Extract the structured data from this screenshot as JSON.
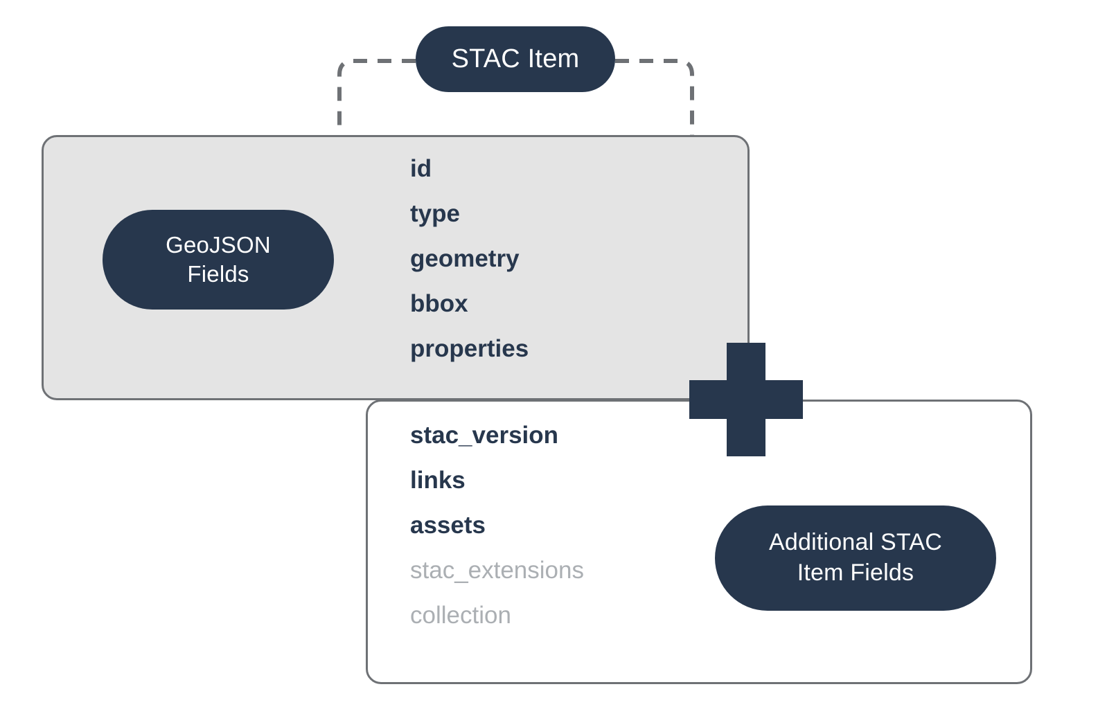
{
  "diagram": {
    "title_pill": {
      "label": "STAC Item"
    },
    "geojson_group": {
      "pill_line1": "GeoJSON",
      "pill_line2": "Fields",
      "fields": [
        {
          "name": "id",
          "state": "primary"
        },
        {
          "name": "type",
          "state": "primary"
        },
        {
          "name": "geometry",
          "state": "primary"
        },
        {
          "name": "bbox",
          "state": "primary"
        },
        {
          "name": "properties",
          "state": "primary"
        }
      ]
    },
    "additional_group": {
      "pill_line1": "Additional STAC",
      "pill_line2": "Item Fields",
      "fields": [
        {
          "name": "stac_version",
          "state": "primary"
        },
        {
          "name": "links",
          "state": "primary"
        },
        {
          "name": "assets",
          "state": "primary"
        },
        {
          "name": "stac_extensions",
          "state": "muted"
        },
        {
          "name": "collection",
          "state": "muted"
        }
      ]
    },
    "operator": {
      "symbol": "plus-sign"
    },
    "colors": {
      "navy": "#27374d",
      "box_gray_fill": "#e4e4e4",
      "box_border": "#6e7175",
      "muted_text": "#abafb3",
      "background": "#ffffff"
    }
  }
}
